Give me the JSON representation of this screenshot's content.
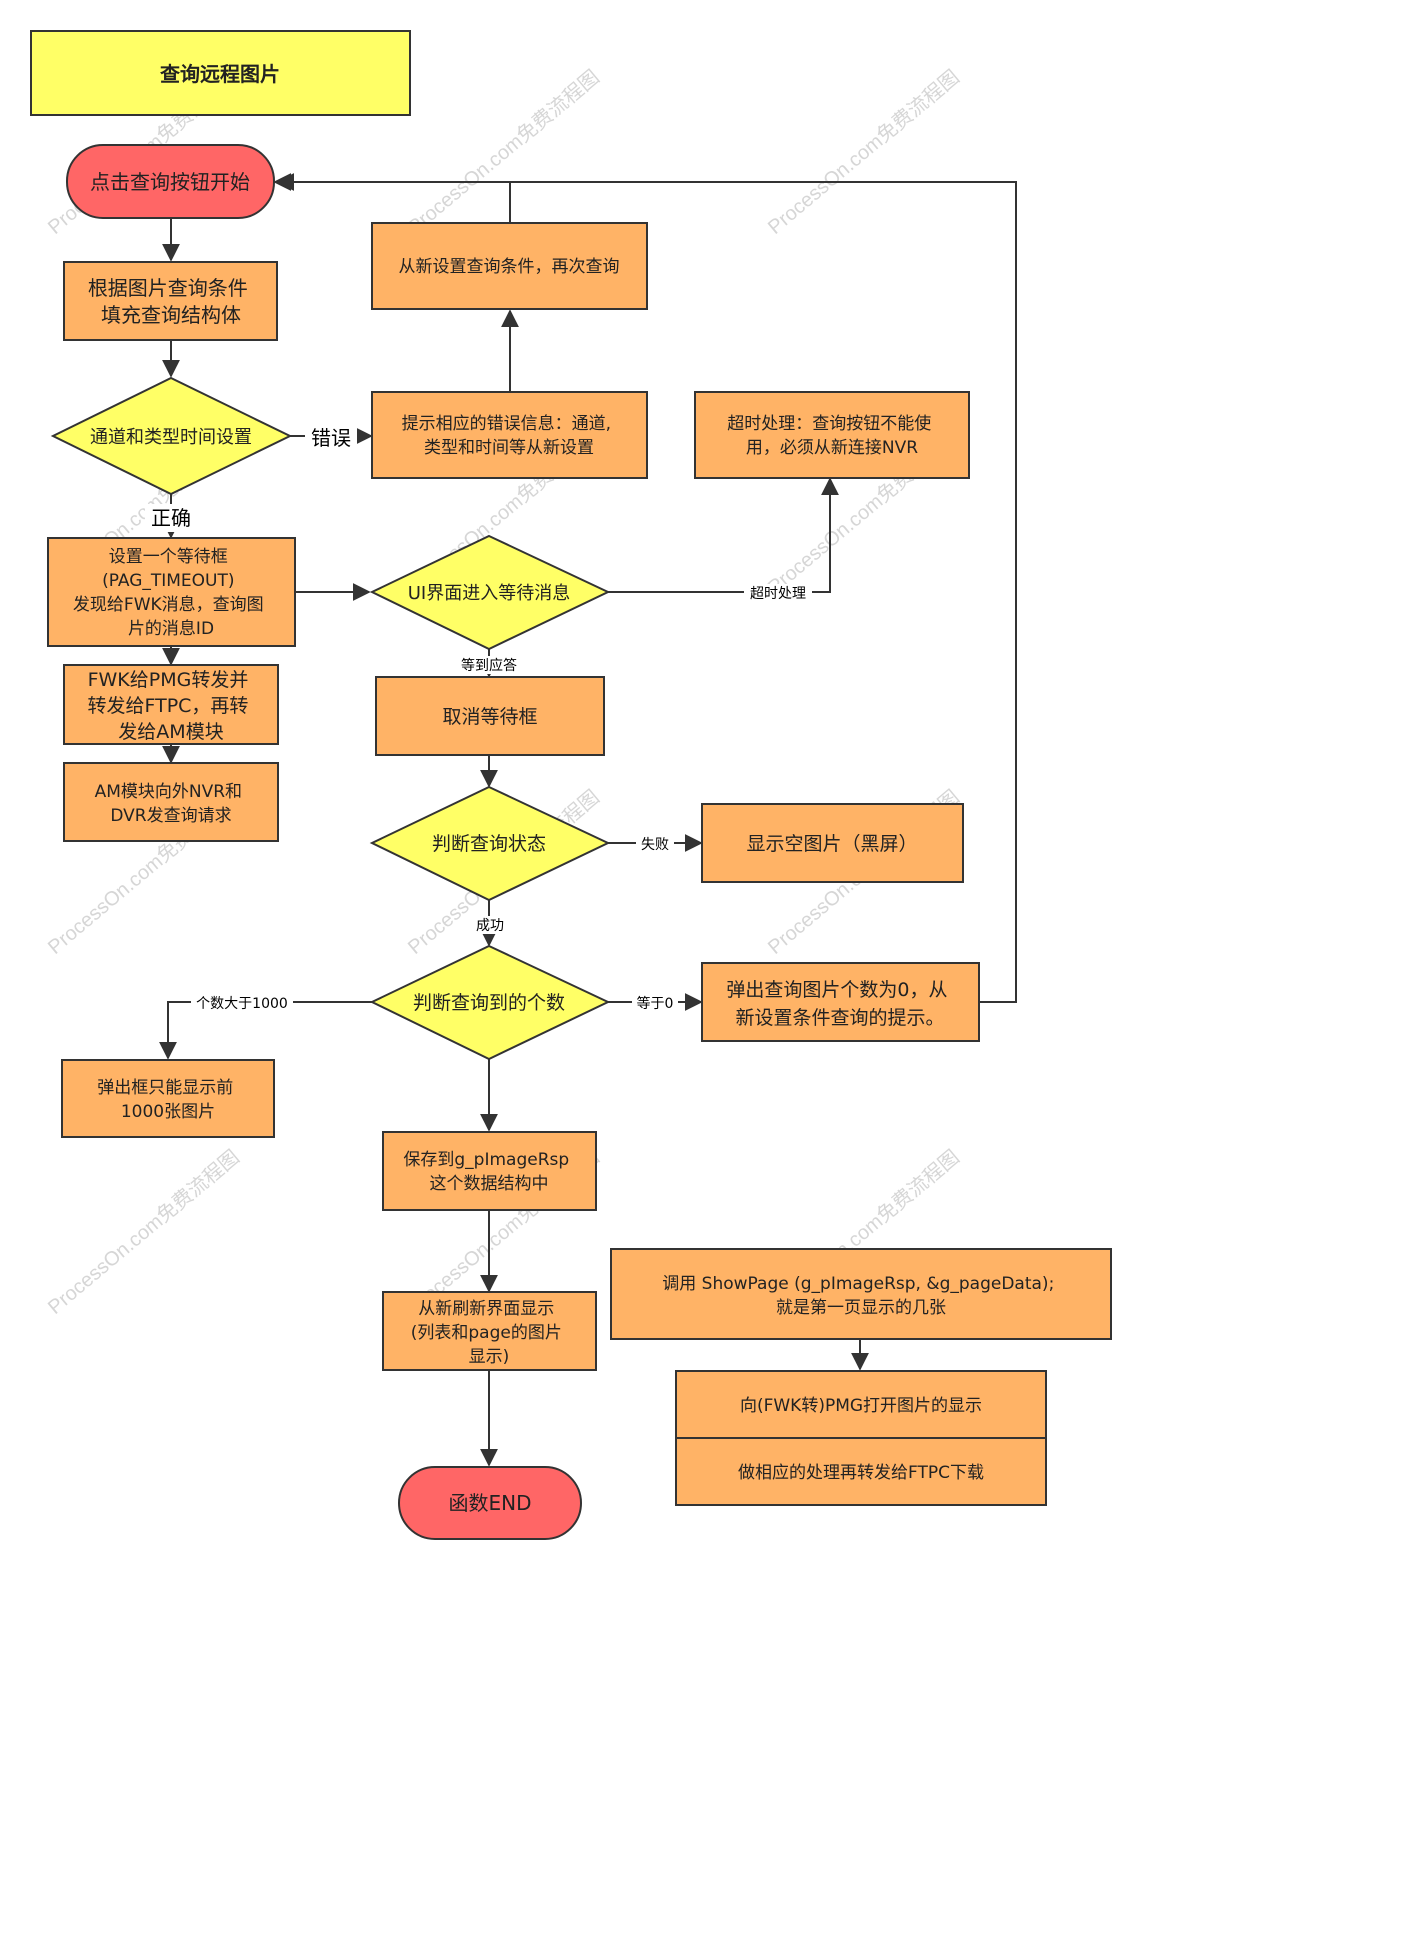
{
  "title": "查询远程图片",
  "nodes": {
    "start": "点击查询按钮开始",
    "fill_struct": [
      "根据图片查询条件",
      "填充查询结构体"
    ],
    "check_channel": "通道和类型时间设置",
    "error_prompt": [
      "提示相应的错误信息：通道,",
      "类型和时间等从新设置"
    ],
    "reset_condition": "从新设置查询条件，再次查询",
    "timeout_handle": [
      "超时处理：查询按钮不能使",
      "用，必须从新连接NVR"
    ],
    "set_wait": [
      "设置一个等待框",
      "(PAG_TIMEOUT)",
      "发现给FWK消息，查询图",
      "片的消息ID"
    ],
    "wait_msg": "UI界面进入等待消息",
    "fwk_forward": [
      "FWK给PMG转发并",
      "转发给FTPC，再转",
      "发给AM模块"
    ],
    "am_request": [
      "AM模块向外NVR和",
      "DVR发查询请求"
    ],
    "cancel_wait": "取消等待框",
    "check_status": "判断查询状态",
    "show_empty": "显示空图片（黑屏）",
    "check_count": "判断查询到的个数",
    "zero_prompt": [
      "弹出查询图片个数为0，从",
      "新设置条件查询的提示。"
    ],
    "limit_prompt": [
      "弹出框只能显示前",
      "1000张图片"
    ],
    "save_rsp": [
      "保存到g_pImageRsp",
      "这个数据结构中"
    ],
    "refresh_ui": [
      "从新刷新界面显示",
      "(列表和page的图片",
      "显示)"
    ],
    "end": "函数END",
    "show_page": [
      "调用 ShowPage (g_pImageRsp, &g_pageData);",
      "就是第一页显示的几张"
    ],
    "open_display": "向(FWK转)PMG打开图片的显示",
    "forward_download": "做相应的处理再转发给FTPC下载"
  },
  "edge_labels": {
    "error": "错误",
    "correct": "正确",
    "timeout": "超时处理",
    "answered": "等到应答",
    "fail": "失败",
    "success": "成功",
    "over_1000": "个数大于1000",
    "equals_zero": "等于0"
  },
  "watermark": "ProcessOn.com免费流程图",
  "colors": {
    "title_fill": "#ffff66",
    "terminal_fill": "#ff6666",
    "process_fill": "#ffb366",
    "decision_fill": "#ffff66",
    "stroke": "#333333"
  }
}
